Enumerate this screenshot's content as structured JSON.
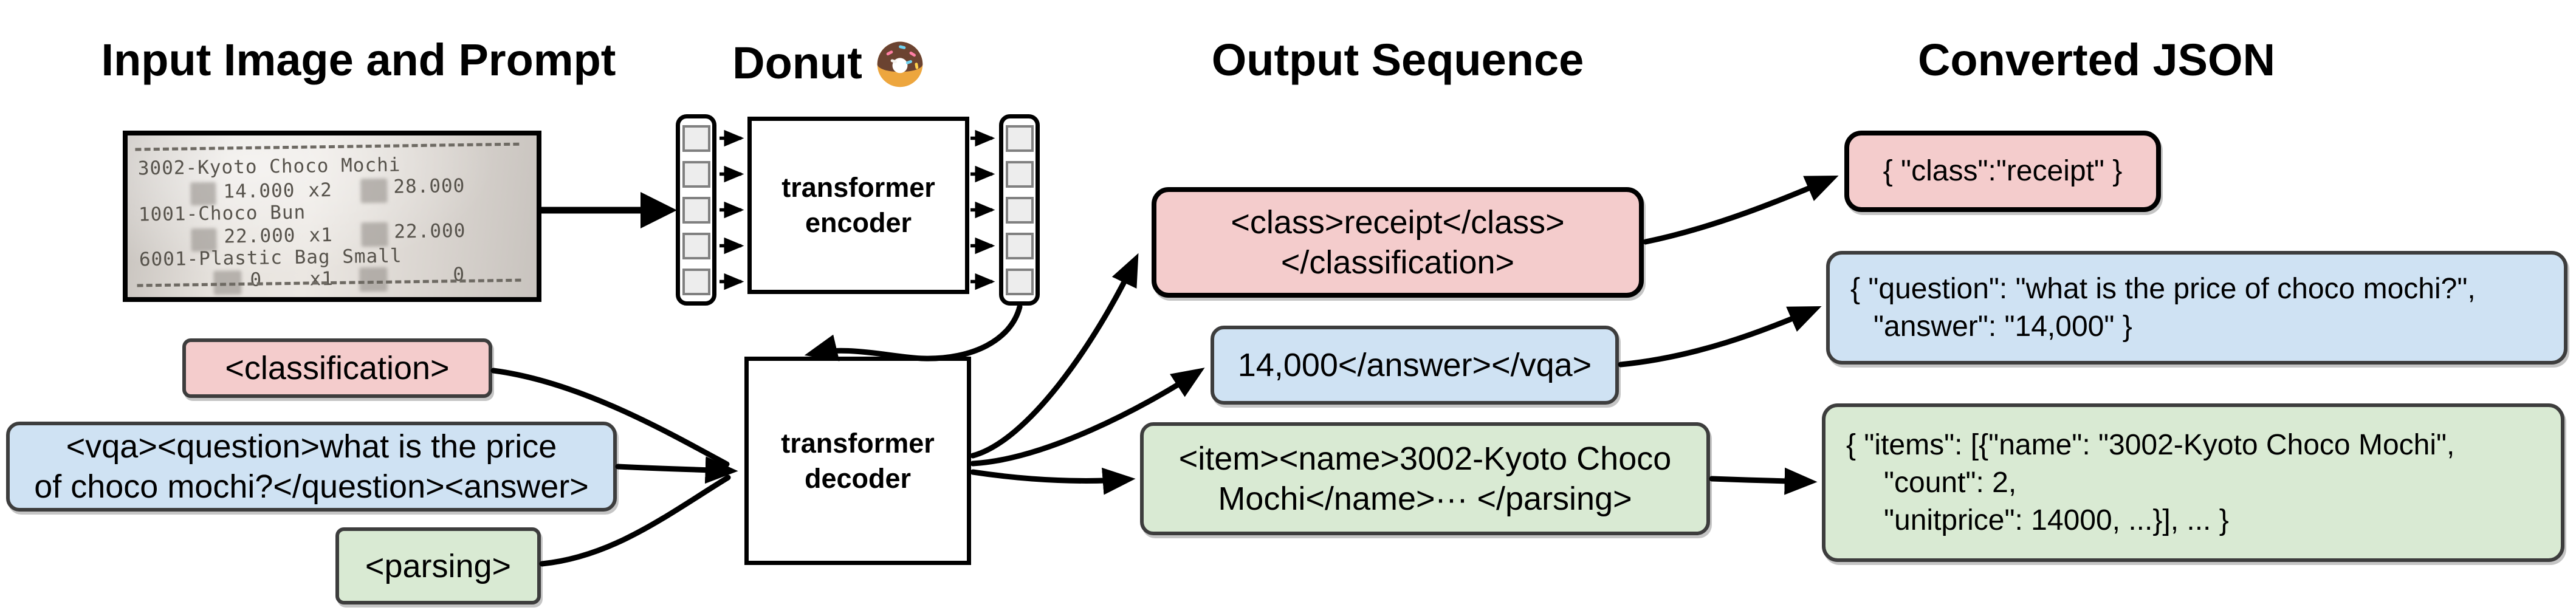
{
  "titles": {
    "input": "Input Image and Prompt",
    "model": "Donut",
    "output": "Output Sequence",
    "json": "Converted JSON"
  },
  "receipt": {
    "lines": [
      {
        "name": "3002-Kyoto Choco Mochi",
        "price": "14.000",
        "qty": "x2",
        "total": "28.000"
      },
      {
        "name": "1001-Choco Bun",
        "price": "22.000",
        "qty": "x1",
        "total": "22.000"
      },
      {
        "name": "6001-Plastic Bag Small",
        "price": "0",
        "qty": "x1",
        "total": "0"
      }
    ]
  },
  "model": {
    "encoder_line1": "transformer",
    "encoder_line2": "encoder",
    "decoder_line1": "transformer",
    "decoder_line2": "decoder"
  },
  "prompts": {
    "classification": "<classification>",
    "vqa_line1": "<vqa><question>what is the price",
    "vqa_line2": "of choco mochi?</question><answer>",
    "parsing": "<parsing>"
  },
  "outputs": {
    "classification_line1": "<class>receipt</class>",
    "classification_line2": "</classification>",
    "vqa": "14,000</answer></vqa>",
    "parsing_line1": "<item><name>3002-Kyoto Choco",
    "parsing_line2": "Mochi</name>··· </parsing>"
  },
  "json_outputs": {
    "classification": "{ \"class\":\"receipt\" }",
    "vqa_line1": "{ \"question\": \"what is the price of choco mochi?\",",
    "vqa_line2": "\"answer\": \"14,000\" }",
    "parsing_line1": "{ \"items\": [{\"name\": \"3002-Kyoto Choco Mochi\",",
    "parsing_line2": "\"count\": 2,",
    "parsing_line3": "\"unitprice\": 14000, ...}], ... }"
  },
  "colors": {
    "pink": "#f4cccc",
    "blue": "#cfe2f3",
    "green": "#d9ead3",
    "border_gray": "#3d3d3d",
    "black": "#000000"
  }
}
